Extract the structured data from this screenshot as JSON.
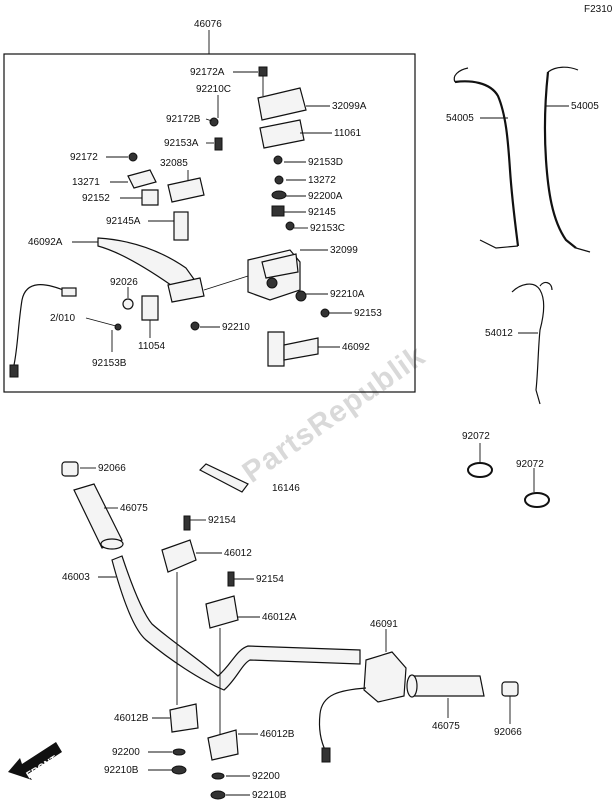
{
  "diagram_code": "F2310",
  "assembly_label": "46076",
  "watermark": "PartsRepublik",
  "front_arrow": "FRONT",
  "labels": {
    "l46076": "46076",
    "l92172A": "92172A",
    "l92210C": "92210C",
    "l32099A": "32099A",
    "l92172B": "92172B",
    "l11061": "11061",
    "l92153A": "92153A",
    "l92172": "92172",
    "l92153D": "92153D",
    "l32085": "32085",
    "l13271": "13271",
    "l13272": "13272",
    "l92152": "92152",
    "l92200A": "92200A",
    "l92145A": "92145A",
    "l92145": "92145",
    "l92153C": "92153C",
    "l46092A": "46092A",
    "l32099": "32099",
    "l92026": "92026",
    "l92210A": "92210A",
    "l2010": "2/010",
    "l92153": "92153",
    "l92210": "92210",
    "l11054": "11054",
    "l46092": "46092",
    "l92153B": "92153B",
    "l54005a": "54005",
    "l54005b": "54005",
    "l54012": "54012",
    "l92072a": "92072",
    "l92072b": "92072",
    "l92066a": "92066",
    "l16146": "16146",
    "l46075a": "46075",
    "l92154a": "92154",
    "l46012": "46012",
    "l46003": "46003",
    "l92154b": "92154",
    "l46012A": "46012A",
    "l46091": "46091",
    "l46012Ba": "46012B",
    "l46012Bb": "46012B",
    "l46075b": "46075",
    "l92066b": "92066",
    "l92200a": "92200",
    "l92200b": "92200",
    "l92210Ba": "92210B",
    "l92210Bb": "92210B"
  }
}
